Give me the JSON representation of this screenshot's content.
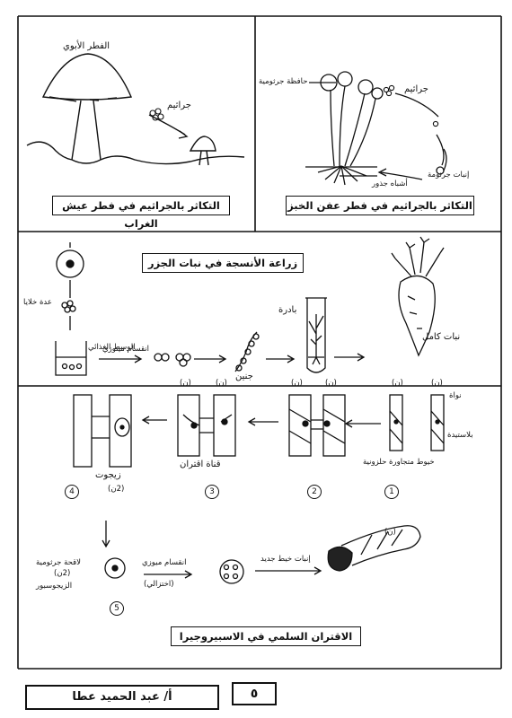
{
  "panel1": {
    "caption": "التكاثر بالجراثيم في فطر عيش الغراب",
    "label_parent": "الفطر الأبوي",
    "label_spores": "جراثيم"
  },
  "panel2": {
    "caption": "التكاثر بالجراثيم في فطر عفن الخبز",
    "label_sporangium": "حافظة جرثومية",
    "label_spores": "جراثيم",
    "label_germ": "إنبات جرثومة",
    "label_rhizoids": "أشباه جذور"
  },
  "panel3": {
    "caption": "زراعة الأنسجة في نبات الجزر",
    "label_cells": "عدة خلايا",
    "label_medium": "الوسط الغذائي",
    "label_mitosis": "انقسام ميتوزي",
    "label_embryo": "جنين",
    "label_seedling": "بادرة",
    "label_whole_plant": "نبات كامل"
  },
  "panel4": {
    "caption": "الاقتران السلمي في الاسبيروجيرا",
    "label_nucleus": "نواة",
    "label_chloroplast": "بلاستيدة",
    "label_chloroplast_helical": "خيوط متجاورة حلزونية",
    "label_channel": "قناة اقتران",
    "label_zygote": "زيجوت",
    "label_zygote_ploidy": "(2ن)",
    "label_zygospore": "الزيجوسبور",
    "label_zygospore_ploidy": "(2ن)",
    "label_thick_spore": "لاقحة جرثومية",
    "label_meiosis": "انقسام ميوزي",
    "label_reduction": "(اختزالي)",
    "label_new_filament": "إنبات خيط جديد",
    "n_label": "(ن)",
    "step_numbers": [
      "1",
      "2",
      "3",
      "4",
      "5"
    ]
  },
  "footer": {
    "author": "أ/ عبد الحميد عطا",
    "page_number": "٥"
  }
}
